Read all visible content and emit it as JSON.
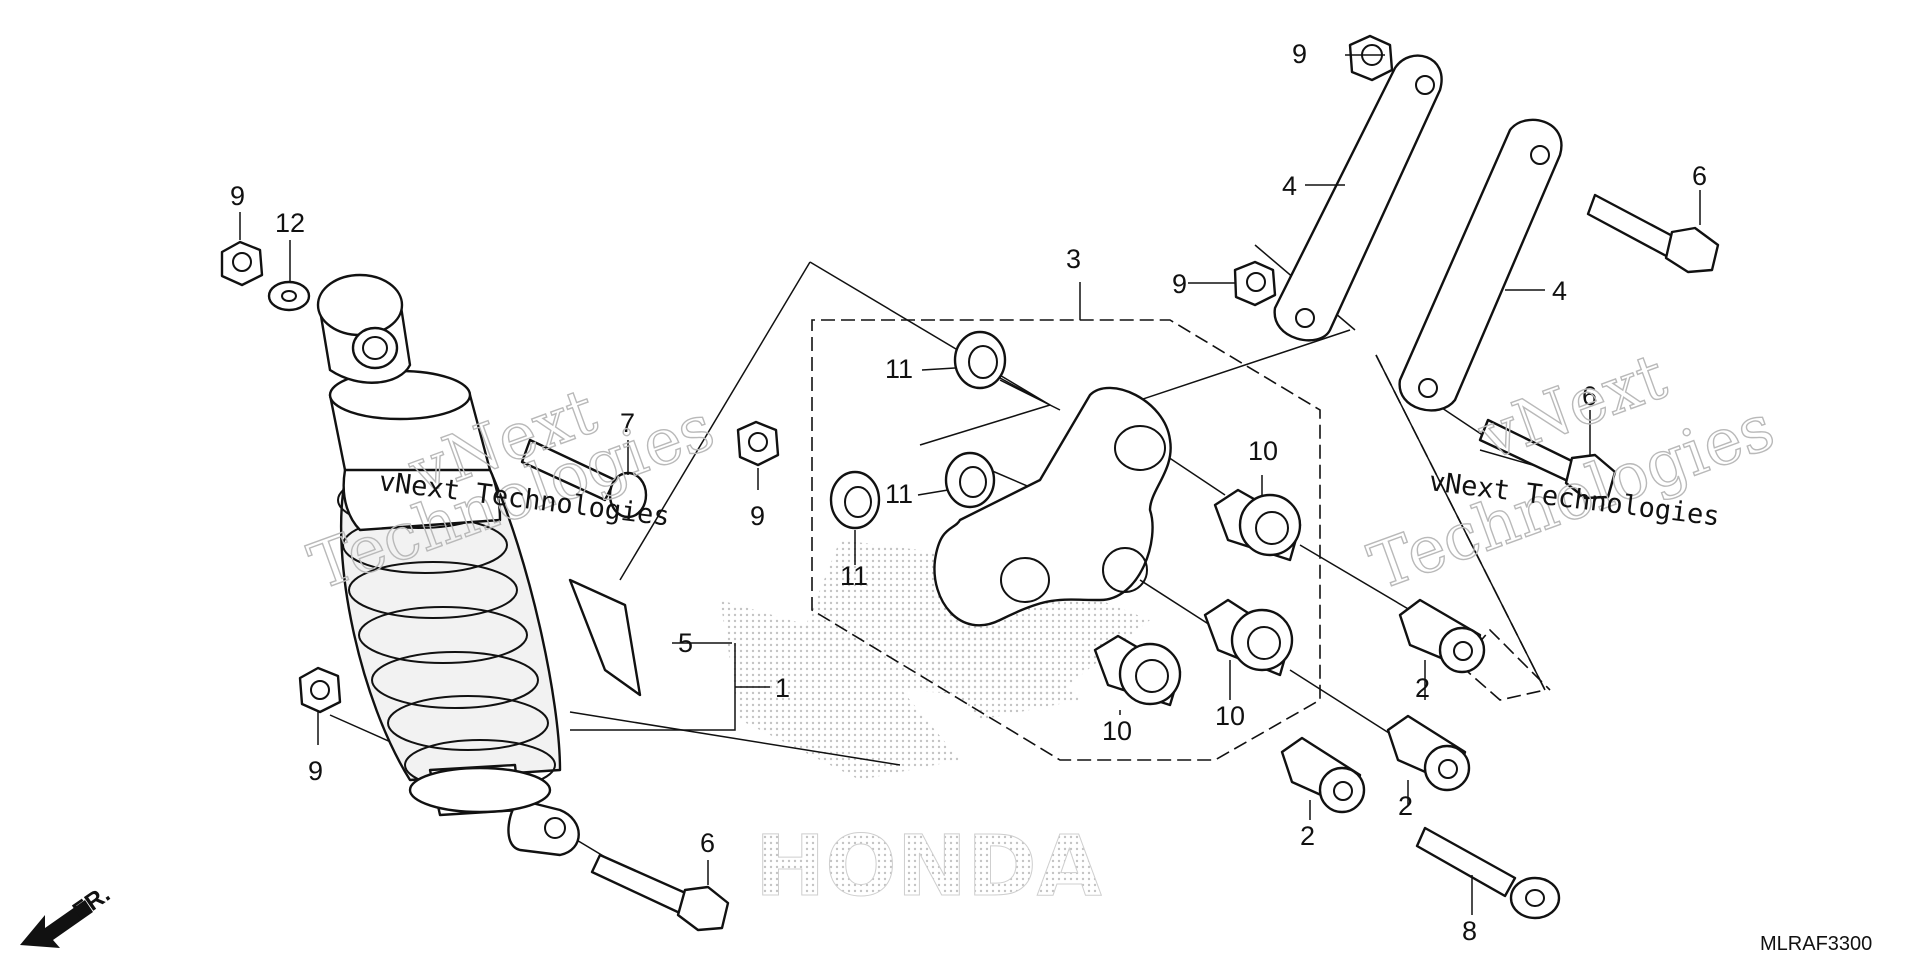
{
  "diagram_code": "MLRAF3300",
  "direction_label": "FR.",
  "brand_watermark": "HONDA",
  "watermark": {
    "line1": "vNext",
    "line2": "Technologies",
    "combined": "vNext Technologies"
  },
  "callouts": {
    "c9a": "9",
    "c12": "12",
    "c7": "7",
    "c9b": "9",
    "c11a": "11",
    "c11b": "11",
    "c11c": "11",
    "c3": "3",
    "c9c": "9",
    "c9d": "9",
    "c4a": "4",
    "c4b": "4",
    "c6a": "6",
    "c6b": "6",
    "c10a": "10",
    "c10b": "10",
    "c10c": "10",
    "c5": "5",
    "c1": "1",
    "c9e": "9",
    "c6c": "6",
    "c2a": "2",
    "c2b": "2",
    "c2c": "2",
    "c8": "8"
  }
}
